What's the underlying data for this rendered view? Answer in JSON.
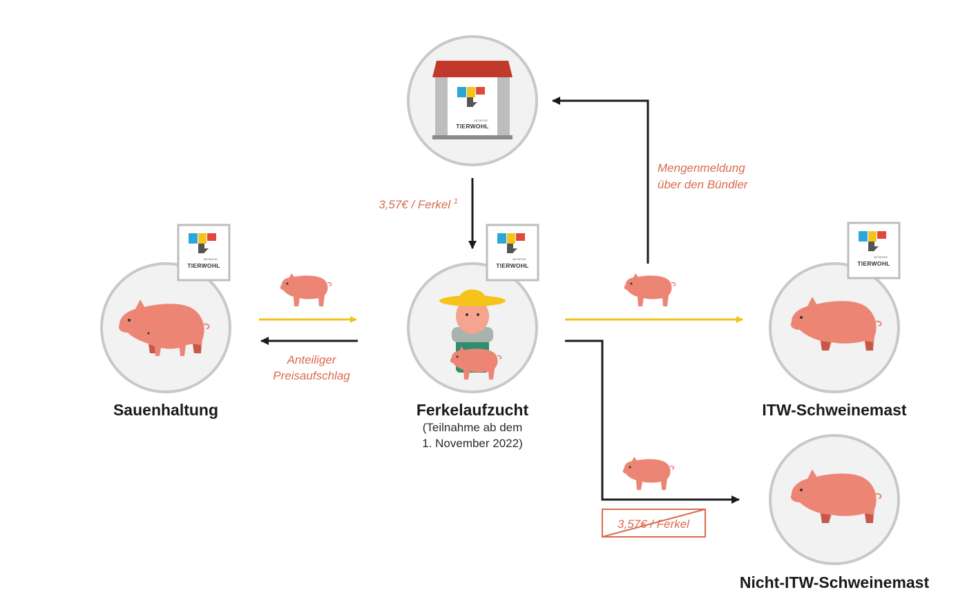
{
  "nodes": {
    "sow": {
      "title": "Sauenhaltung"
    },
    "piglet_rearing": {
      "title": "Ferkelaufzucht",
      "subtitle_line1": "(Teilnahme ab dem",
      "subtitle_line2": "1. November 2022)"
    },
    "itw_fattening": {
      "title": "ITW-Schweinemast"
    },
    "non_itw_fattening": {
      "title": "Nicht-ITW-Schweinemast"
    }
  },
  "labels": {
    "payment": "3,57€ / Ferkel",
    "payment_footnote": "1",
    "report_line1": "Mengenmeldung",
    "report_line2": "über den Bündler",
    "surcharge_line1": "Anteiliger",
    "surcharge_line2": "Preisaufschlag",
    "crossed_payment": "3,57€ / Ferkel"
  },
  "logo": {
    "brand": "TIERWOHL",
    "prefix": "INITIATIVE"
  },
  "colors": {
    "pig": "#ec8574",
    "pig_dark": "#c65849",
    "circle_fill": "#f2f2f2",
    "circle_stroke": "#c8c8c8",
    "arrow_yellow": "#f2c21a",
    "arrow_dark": "#1a1a1a",
    "note_red": "#d96a4c",
    "roof": "#c0392b",
    "logo_blue": "#2aa6d8",
    "logo_yellow": "#f5c31c",
    "logo_red": "#e0483a",
    "logo_dark": "#555555"
  },
  "icons": [
    "house-icon",
    "pig-icon",
    "piglet-icon",
    "farmer-icon",
    "tierwohl-logo-icon"
  ]
}
